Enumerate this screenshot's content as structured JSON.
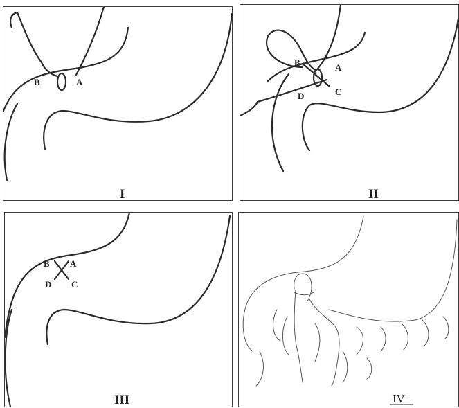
{
  "panels": [
    {
      "numeral": "I",
      "points": [
        "B",
        "A"
      ]
    },
    {
      "numeral": "II",
      "points": [
        "B",
        "A",
        "D",
        "C"
      ]
    },
    {
      "numeral": "III",
      "points": [
        "B",
        "A",
        "D",
        "C"
      ]
    },
    {
      "numeral": "IV",
      "points": []
    }
  ]
}
